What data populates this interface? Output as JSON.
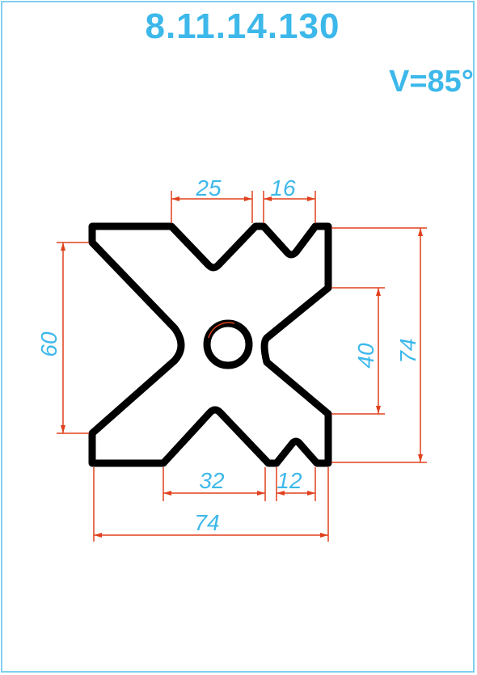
{
  "drawing": {
    "part_number": "8.11.14.130",
    "angle_label": "V=85°"
  },
  "dimensions": {
    "top_left_width": "25",
    "top_right_width": "16",
    "left_height": "60",
    "right_inner_height": "40",
    "right_total_height": "74",
    "bottom_left_width": "32",
    "bottom_right_width": "12",
    "overall_width": "74"
  },
  "colors": {
    "text": "#3cb8ea",
    "dimension_line": "#e0401c",
    "outline": "#000000",
    "frame": "#7fd0ec"
  }
}
